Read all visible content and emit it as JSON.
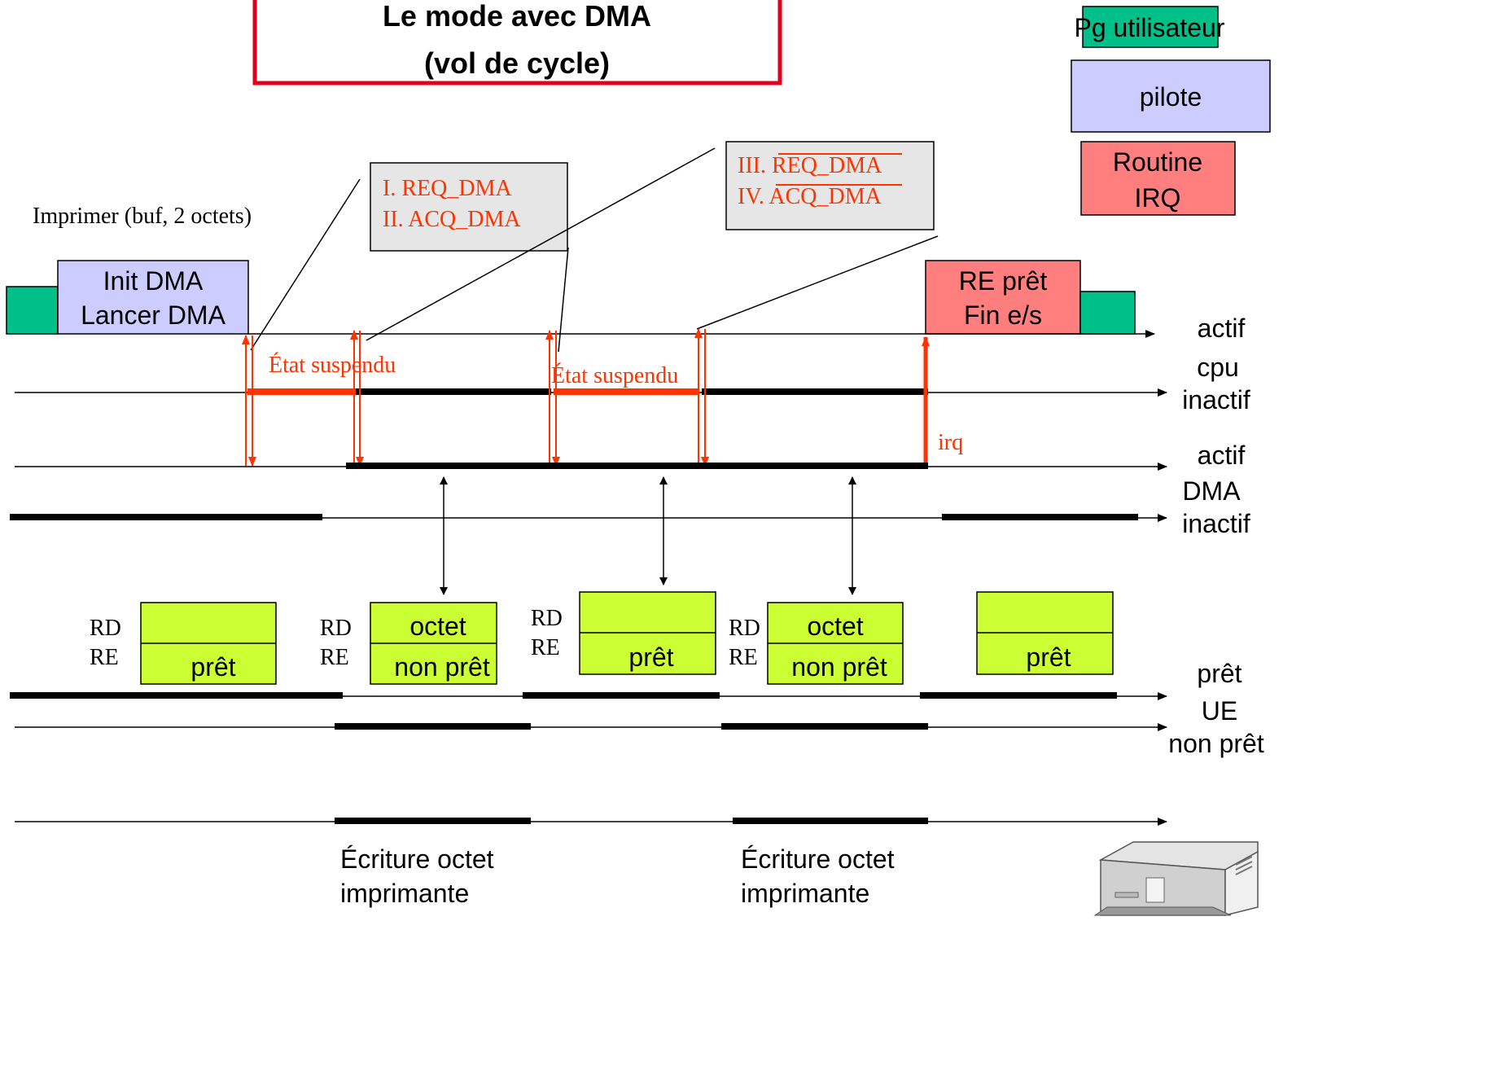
{
  "title": {
    "line1": "Le mode avec DMA",
    "line2": "(vol de cycle)"
  },
  "legend": {
    "user_prog": "Pg utilisateur",
    "driver": "pilote",
    "irq_routine_line1": "Routine",
    "irq_routine_line2": "IRQ"
  },
  "call_label": "Imprimer (buf, 2 octets)",
  "steps": {
    "step1": "I. REQ_DMA",
    "step2": "II. ACQ_DMA",
    "step3_prefix": "III. ",
    "step3_signal": "REQ_DMA",
    "step4_prefix": "IV. ",
    "step4_signal": "ACQ_DMA"
  },
  "blocks": {
    "init_line1": "Init DMA",
    "init_line2": "Lancer DMA",
    "re_line1": "RE prêt",
    "re_line2": "Fin e/s"
  },
  "labels": {
    "suspended_1": "État suspendu",
    "suspended_2": "État suspendu",
    "irq": "irq"
  },
  "axes": {
    "cpu_active": "actif",
    "cpu": "cpu",
    "cpu_inactive": "inactif",
    "dma_active": "actif",
    "dma": "DMA",
    "dma_inactive": "inactif",
    "ue_ready": "prêt",
    "ue": "UE",
    "ue_not_ready": "non prêt"
  },
  "registers": [
    {
      "rd": "RD",
      "re": "RE",
      "top": "",
      "bottom": "prêt"
    },
    {
      "rd": "RD",
      "re": "RE",
      "top": "octet",
      "bottom": "non prêt"
    },
    {
      "rd": "RD",
      "re": "RE",
      "top": "",
      "bottom": "prêt"
    },
    {
      "rd": "RD",
      "re": "RE",
      "top": "octet",
      "bottom": "non prêt"
    },
    {
      "rd": "",
      "re": "",
      "top": "",
      "bottom": "prêt"
    }
  ],
  "writes": [
    {
      "line1": "Écriture octet",
      "line2": "imprimante"
    },
    {
      "line1": "Écriture octet",
      "line2": "imprimante"
    }
  ],
  "colors": {
    "user": "#00c08a",
    "driver": "#ccccff",
    "irq": "#ff7f7f",
    "register": "#ccff33",
    "signal": "#ff3300",
    "title_border": "#e0001b",
    "step_box": "#e6e6e6"
  }
}
